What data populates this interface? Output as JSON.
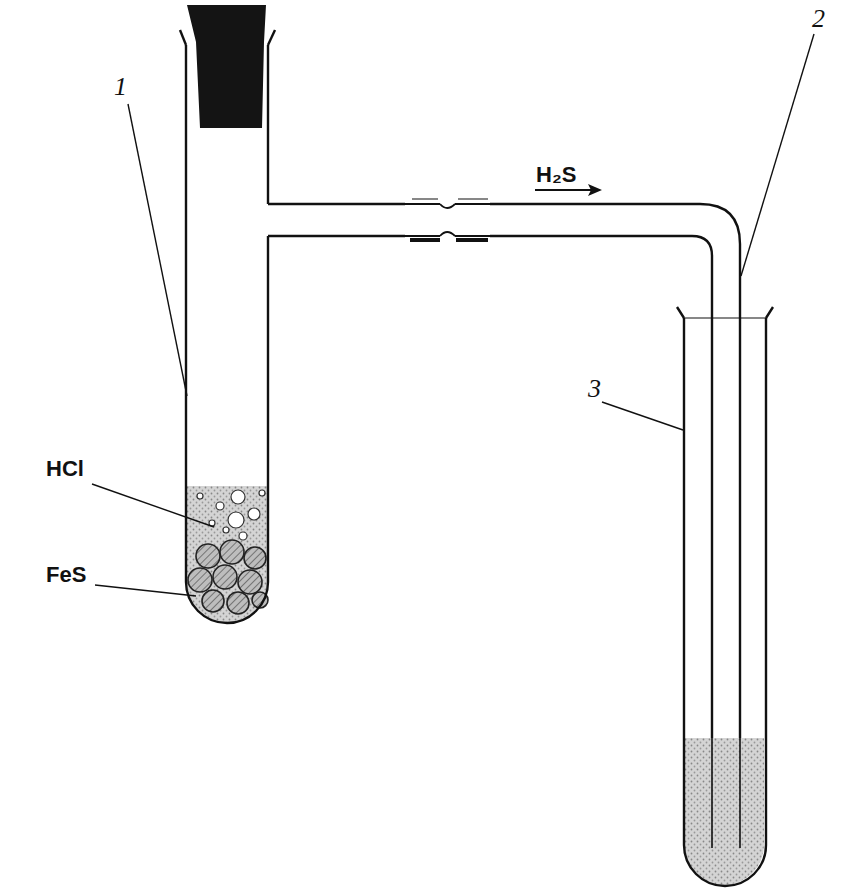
{
  "diagram": {
    "labels": [
      "H₂S",
      "2",
      "1",
      "3",
      "HCl",
      "FeS"
    ]
  }
}
